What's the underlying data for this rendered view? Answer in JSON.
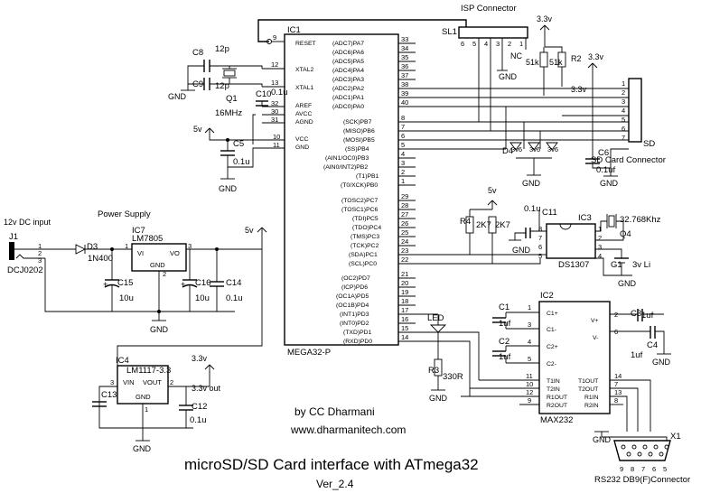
{
  "title_block": {
    "author": "by CC Dharmani",
    "website": "www.dharmanitech.com",
    "title": "microSD/SD Card interface with ATmega32",
    "version": "Ver_2.4"
  },
  "labels": {
    "gnd": "GND",
    "vcc_5v": "5v",
    "v33": "3.3v",
    "plus": "+"
  },
  "ic1": {
    "ref": "IC1",
    "part": "MEGA32-P",
    "left": [
      {
        "name": "RESET",
        "pin": "9"
      },
      {
        "name": "XTAL2",
        "pin": "12"
      },
      {
        "name": "XTAL1",
        "pin": "13"
      },
      {
        "name": "AREF",
        "pin": "32"
      },
      {
        "name": "AVCC",
        "pin": "30"
      },
      {
        "name": "AGND",
        "pin": "31"
      },
      {
        "name": "VCC",
        "pin": "10"
      },
      {
        "name": "GND",
        "pin": "11"
      }
    ],
    "port_a": [
      {
        "name": "(ADC7)PA7",
        "pin": "33"
      },
      {
        "name": "(ADC6)PA6",
        "pin": "34"
      },
      {
        "name": "(ADC5)PA5",
        "pin": "35"
      },
      {
        "name": "(ADC4)PA4",
        "pin": "36"
      },
      {
        "name": "(ADC3)PA3",
        "pin": "37"
      },
      {
        "name": "(ADC2)PA2",
        "pin": "38"
      },
      {
        "name": "(ADC1)PA1",
        "pin": "39"
      },
      {
        "name": "(ADC0)PA0",
        "pin": "40"
      }
    ],
    "port_b": [
      {
        "name": "(SCK)PB7",
        "pin": "8"
      },
      {
        "name": "(MISO)PB6",
        "pin": "7"
      },
      {
        "name": "(MOSI)PB5",
        "pin": "6"
      },
      {
        "name": "(SS)PB4",
        "pin": "5"
      },
      {
        "name": "(AIN1/OC0)PB3",
        "pin": "4"
      },
      {
        "name": "(AIN0/INT2)PB2",
        "pin": "3"
      },
      {
        "name": "(T1)PB1",
        "pin": "2"
      },
      {
        "name": "(T0/XCK)PB0",
        "pin": "1"
      }
    ],
    "port_c": [
      {
        "name": "(TOSC2)PC7",
        "pin": "29"
      },
      {
        "name": "(TOSC1)PC6",
        "pin": "28"
      },
      {
        "name": "(TDI)PC5",
        "pin": "27"
      },
      {
        "name": "(TDO)PC4",
        "pin": "26"
      },
      {
        "name": "(TMS)PC3",
        "pin": "25"
      },
      {
        "name": "(TCK)PC2",
        "pin": "24"
      },
      {
        "name": "(SDA)PC1",
        "pin": "23"
      },
      {
        "name": "(SCL)PC0",
        "pin": "22"
      }
    ],
    "port_d": [
      {
        "name": "(OC2)PD7",
        "pin": "21"
      },
      {
        "name": "(ICP)PD6",
        "pin": "20"
      },
      {
        "name": "(OC1A)PD5",
        "pin": "19"
      },
      {
        "name": "(OC1B)PD4",
        "pin": "18"
      },
      {
        "name": "(INT1)PD3",
        "pin": "17"
      },
      {
        "name": "(INT0)PD2",
        "pin": "16"
      },
      {
        "name": "(TXD)PD1",
        "pin": "15"
      },
      {
        "name": "(RXD)PD0",
        "pin": "14"
      }
    ]
  },
  "isp": {
    "title": "ISP Connector",
    "ref": "SL1",
    "pins": [
      "6",
      "5",
      "4",
      "3",
      "2",
      "1"
    ],
    "nc": "NC"
  },
  "sd": {
    "ref": "SD",
    "title": "SD Card Connector",
    "pins": [
      "1",
      "2",
      "3",
      "4",
      "5",
      "6",
      "7"
    ]
  },
  "db9": {
    "ref": "X1",
    "title": "RS232 DB9(F)Connector",
    "pins": [
      "9",
      "8",
      "7",
      "6",
      "5"
    ]
  },
  "power": {
    "input_label": "12v DC input",
    "j1_ref": "J1",
    "j1_part": "DCJ0202",
    "j1_pins": [
      "1",
      "2",
      "3"
    ],
    "supply_label": "Power Supply",
    "out_33_label": "3.3v out"
  },
  "parts": {
    "c8": {
      "ref": "C8",
      "value": "12p"
    },
    "c9": {
      "ref": "C9",
      "value": "12p"
    },
    "q1": {
      "ref": "Q1",
      "value": "16MHz"
    },
    "c10": {
      "ref": "C10",
      "value": "0.1u"
    },
    "c5": {
      "ref": "C5",
      "value": "0.1u"
    },
    "r_pull1": {
      "value": "51k"
    },
    "r_pull2": {
      "ref": "R2",
      "value": "51k"
    },
    "d4": {
      "ref": "D4",
      "value": "3v6"
    },
    "d5": {
      "value": "3v6"
    },
    "d6": {
      "value": "3v6"
    },
    "c6": {
      "ref": "C6",
      "value": "0.1uf"
    },
    "r4": {
      "ref": "R4",
      "value": "2K7"
    },
    "r5": {
      "value": "2K7"
    },
    "ic3": {
      "ref": "IC3",
      "part": "DS1307",
      "pins": [
        "8",
        "7",
        "6",
        "5",
        "1",
        "2",
        "3",
        "4"
      ]
    },
    "c11": {
      "ref": "C11",
      "value": "0.1u"
    },
    "q4": {
      "ref": "Q4",
      "value": "32.768Khz"
    },
    "g1": {
      "ref": "G1",
      "value": "3v Li"
    },
    "d3": {
      "ref": "D3",
      "value": "1N400"
    },
    "ic7": {
      "ref": "IC7",
      "part": "LM7805",
      "vi": "VI",
      "vo": "VO",
      "gnd": "GND",
      "pin_in": "1",
      "pin_out": "3",
      "pin_gnd": "2"
    },
    "c15": {
      "ref": "C15",
      "value": "10u"
    },
    "c16": {
      "ref": "C16",
      "value": "10u"
    },
    "c14": {
      "ref": "C14",
      "value": "0.1u"
    },
    "ic4": {
      "ref": "IC4",
      "part": "LM1117-3.3",
      "vin": "VIN",
      "vout": "VOUT",
      "gnd": "GND",
      "pin_in": "3",
      "pin_out": "2",
      "pin_gnd": "1"
    },
    "c13": {
      "ref": "C13"
    },
    "c12": {
      "ref": "C12",
      "value": "0.1u"
    },
    "led": {
      "ref": "LED"
    },
    "r3": {
      "ref": "R3",
      "value": "330R"
    },
    "ic2": {
      "ref": "IC2",
      "part": "MAX232",
      "left": [
        "C1+",
        "C1-",
        "C2+",
        "C2-",
        "T1IN",
        "T2IN",
        "R1OUT",
        "R2OUT"
      ],
      "right": [
        "V+",
        "V-",
        "T1OUT",
        "T2OUT",
        "R1IN",
        "R2IN"
      ],
      "left_pins": [
        "1",
        "3",
        "4",
        "5",
        "11",
        "10",
        "12",
        "9"
      ],
      "right_pins": [
        "2",
        "6",
        "14",
        "7",
        "13",
        "8"
      ]
    },
    "c1": {
      "ref": "C1",
      "value": "1uf"
    },
    "c2": {
      "ref": "C2",
      "value": "1uf"
    },
    "c3": {
      "ref": "C3",
      "value": "1uf"
    },
    "c4": {
      "ref": "C4",
      "value": "1uf"
    }
  }
}
